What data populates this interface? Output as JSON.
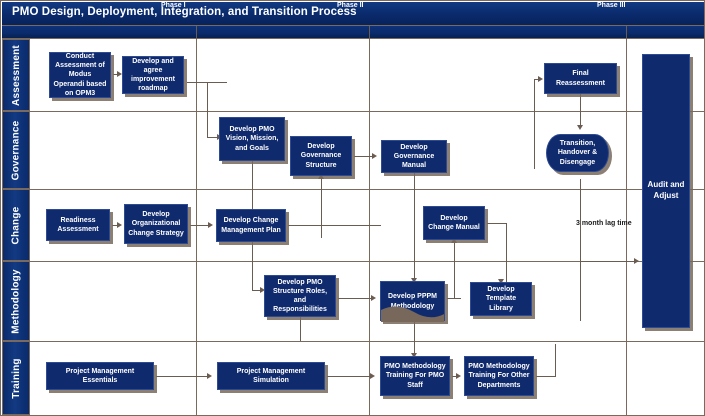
{
  "header": {
    "title": "PMO Design, Deployment, Integration, and Transition Process",
    "phases": [
      {
        "label": "Phase I"
      },
      {
        "label": "Phase II"
      },
      {
        "label": "Phase III"
      }
    ]
  },
  "lanes": [
    {
      "label": "Assessment"
    },
    {
      "label": "Governance"
    },
    {
      "label": "Change"
    },
    {
      "label": "Methodology"
    },
    {
      "label": "Training"
    }
  ],
  "nodes": {
    "conduct_assessment": "Conduct Assessment of Modus Operandi based on OPM3",
    "improvement_roadmap": "Develop and agree improvement roadmap",
    "final_reassessment": "Final Reassessment",
    "audit_and_adjust": "Audit and Adjust",
    "pmo_vision": "Develop PMO Vision, Mission, and Goals",
    "governance_structure": "Develop Governance Structure",
    "governance_manual": "Develop Governance Manual",
    "transition_handover": "Transition, Handover & Disengage",
    "readiness_assessment": "Readiness Assessment",
    "org_change_strategy": "Develop Organizational Change Strategy",
    "change_mgmt_plan": "Develop Change Management Plan",
    "change_manual": "Develop Change Manual",
    "pmo_structure_roles": "Develop PMO Structure Roles, and Responsibilities",
    "pppm_methodology": "Develop PPPM Methodology",
    "template_library": "Develop Template Library",
    "pm_essentials": "Project Management Essentials",
    "pm_simulation": "Project Management Simulation",
    "training_pmo_staff": "PMO Methodology Training For PMO Staff",
    "training_other_depts": "PMO Methodology Training For Other Departments"
  },
  "annotations": {
    "lag_time": "3 month lag time"
  },
  "colors": {
    "node_fill": "#102a6e",
    "header_blue": "#0a2a6b",
    "connector": "#6b5c52",
    "shadow": "#78685c"
  }
}
